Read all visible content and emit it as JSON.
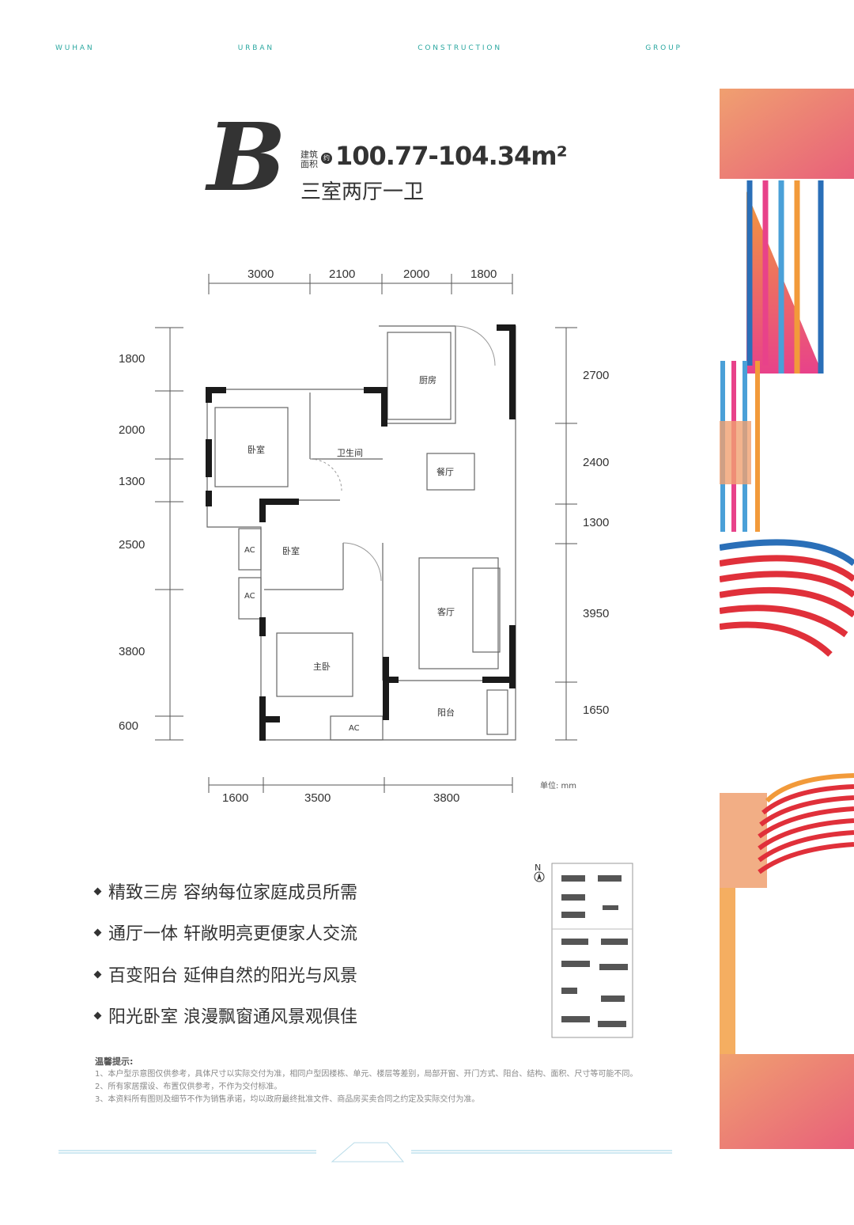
{
  "brand": {
    "words": [
      "W U H A N",
      "U R B A N",
      "C O N S T R U C T I O N",
      "G R O U P"
    ]
  },
  "header": {
    "type_letter": "B",
    "area_label": "建筑面积",
    "approx_mark": "约",
    "area_value": "100.77-104.34m²",
    "layout_name": "三室两厅一卫"
  },
  "dimensions": {
    "top": [
      "3000",
      "2100",
      "2000",
      "1800"
    ],
    "bottom": [
      "1600",
      "3500",
      "3800"
    ],
    "left": [
      "1800",
      "2000",
      "1300",
      "2500",
      "3800",
      "600"
    ],
    "right": [
      "2700",
      "2400",
      "1300",
      "3950",
      "1650"
    ]
  },
  "rooms": {
    "kitchen": "厨房",
    "bedroom1": "卧室",
    "bathroom": "卫生间",
    "dining": "餐厅",
    "bedroom2": "卧室",
    "living": "客厅",
    "master": "主卧",
    "balcony": "阳台",
    "ac": "AC"
  },
  "unit_note": "单位: mm",
  "north": "N",
  "features": [
    "精致三房  容纳每位家庭成员所需",
    "通厅一体  轩敞明亮更便家人交流",
    "百变阳台  延伸自然的阳光与风景",
    "阳光卧室  浪漫飘窗通风景观俱佳"
  ],
  "tips": {
    "title": "温馨提示:",
    "items": [
      "1、本户型示意图仅供参考，具体尺寸以实际交付为准，相同户型因楼栋、单元、楼层等差别，局部开窗、开门方式、阳台、结构、面积、尺寸等可能不同。",
      "2、所有家居摆设、布置仅供参考，不作为交付标准。",
      "3、本资料所有图则及细节不作为销售承诺，均以政府最终批准文件、商品房买卖合同之约定及实际交付为准。"
    ]
  },
  "colors": {
    "brand_teal": "#2aa7a0",
    "text": "#333333",
    "accent_red": "#e0303a",
    "accent_orange": "#f29a3a",
    "accent_blue": "#2a6fb8",
    "accent_pink": "#e8428a"
  }
}
